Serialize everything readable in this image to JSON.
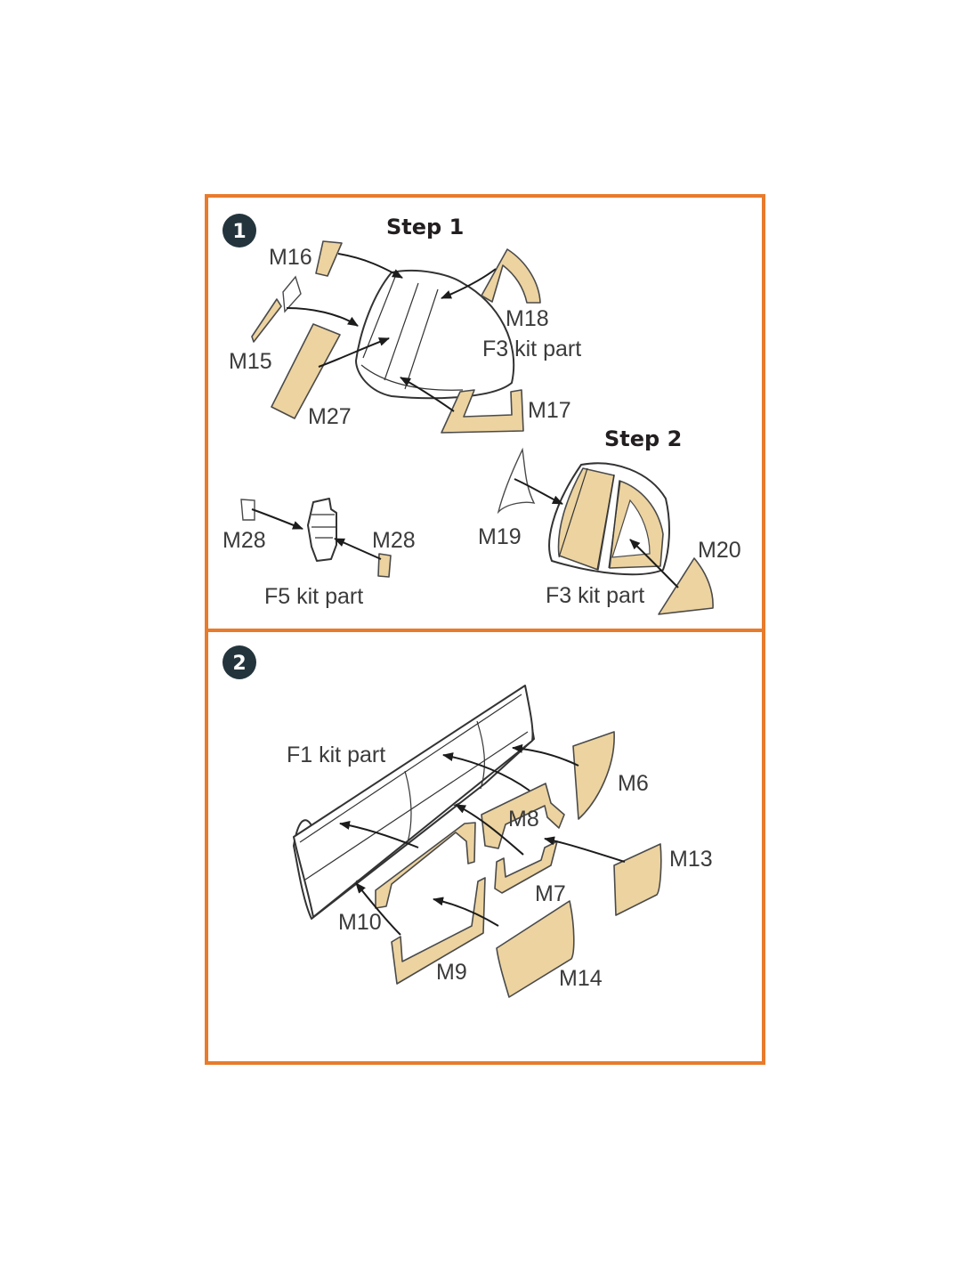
{
  "colors": {
    "frame": "#e87b2c",
    "mask": "#ecd3a0",
    "badge": "#23343c"
  },
  "panel1": {
    "badge": "1",
    "step1_title": "Step 1",
    "step2_title": "Step 2",
    "labels": {
      "m16": "M16",
      "m15": "M15",
      "m27": "M27",
      "m18": "M18",
      "f3_a": "F3 kit part",
      "m17": "M17",
      "m28_a": "M28",
      "m28_b": "M28",
      "f5": "F5 kit part",
      "m19": "M19",
      "m20": "M20",
      "f3_b": "F3 kit part"
    }
  },
  "panel2": {
    "badge": "2",
    "labels": {
      "f1": "F1 kit part",
      "m6": "M6",
      "m8": "M8",
      "m13": "M13",
      "m7": "M7",
      "m10": "M10",
      "m9": "M9",
      "m14": "M14"
    }
  }
}
